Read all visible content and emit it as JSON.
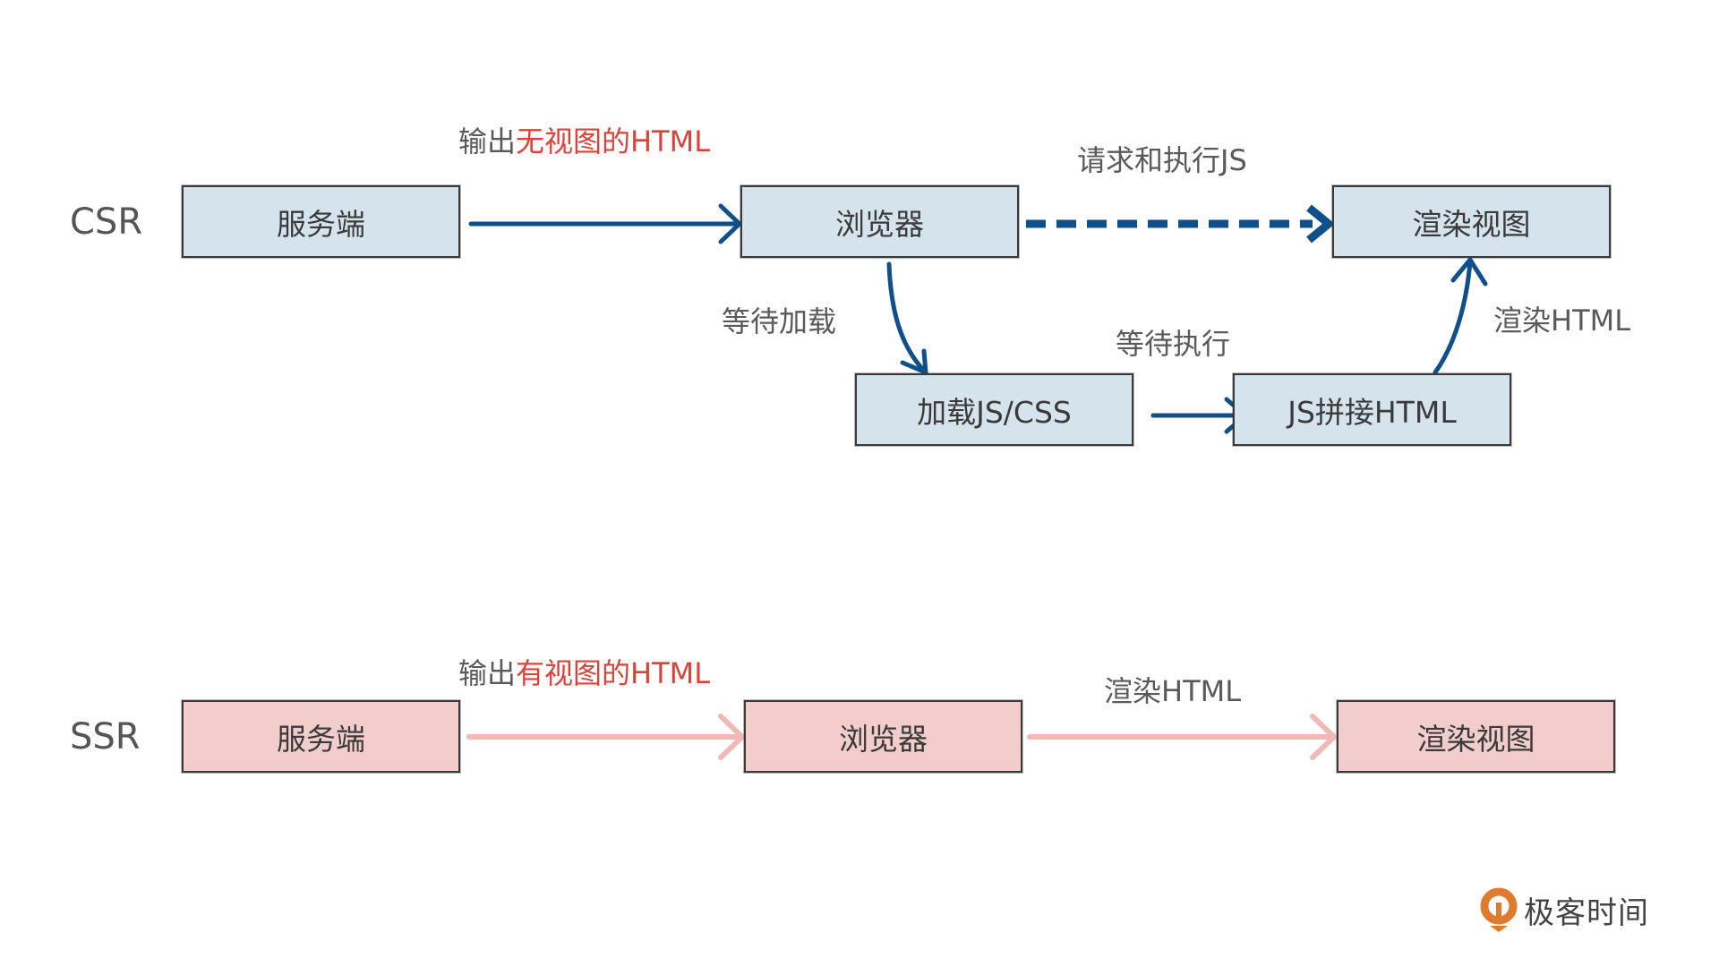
{
  "rows": {
    "csr": {
      "label": "CSR",
      "box_color": "#d5e3ec",
      "boxes": [
        "服务端",
        "浏览器",
        "渲染视图",
        "加载JS/CSS",
        "JS拼接HTML"
      ],
      "edges": {
        "server_to_browser": {
          "prefix": "输出",
          "highlight": "无视图的HTML"
        },
        "browser_to_render": "请求和执行JS",
        "browser_to_load": "等待加载",
        "load_to_js": "等待执行",
        "js_to_render": "渲染HTML"
      }
    },
    "ssr": {
      "label": "SSR",
      "box_color": "#f2cdcb",
      "boxes": [
        "服务端",
        "浏览器",
        "渲染视图"
      ],
      "edges": {
        "server_to_browser": {
          "prefix": "输出",
          "highlight": "有视图的HTML"
        },
        "browser_to_render": "渲染HTML"
      }
    }
  },
  "colors": {
    "csr_arrow": "#0f4f8a",
    "ssr_arrow": "#f1b9b6",
    "highlight_text": "#d9433a",
    "logo_orange": "#e07a2e"
  },
  "logo": {
    "text": "极客时间",
    "icon": "geektime-logo-icon"
  }
}
